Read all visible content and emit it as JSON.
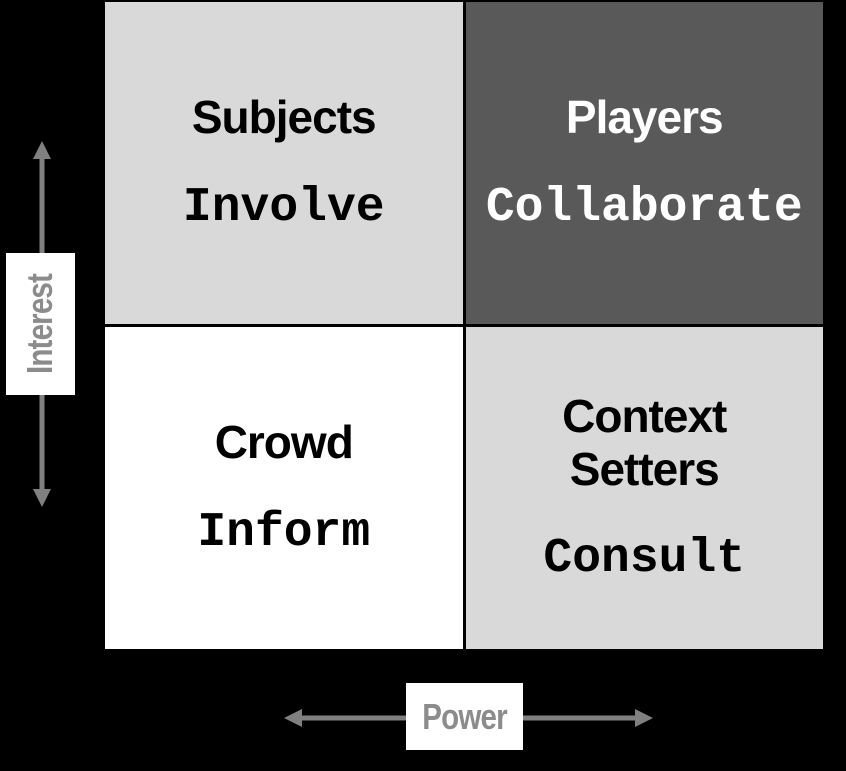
{
  "diagram": {
    "type": "stakeholder-power-interest-matrix",
    "background_color": "#000000",
    "grid_line_color": "#000000",
    "quadrants": [
      {
        "position": "top-left",
        "title": "Subjects",
        "action": "Involve",
        "bg": "#d9d9d9",
        "text_color": "#000000"
      },
      {
        "position": "top-right",
        "title": "Players",
        "action": "Collaborate",
        "bg": "#595959",
        "text_color": "#ffffff"
      },
      {
        "position": "bottom-left",
        "title": "Crowd",
        "action": "Inform",
        "bg": "#ffffff",
        "text_color": "#000000"
      },
      {
        "position": "bottom-right",
        "title": "Context Setters",
        "action": "Consult",
        "bg": "#d9d9d9",
        "text_color": "#000000"
      }
    ],
    "axes": {
      "y": {
        "label": "Interest",
        "style": "double-headed vertical arrow"
      },
      "x": {
        "label": "Power",
        "style": "double-headed horizontal arrow"
      },
      "arrow_color": "#808080",
      "label_text_color": "#8c8c8c",
      "label_bg": "#ffffff"
    }
  }
}
